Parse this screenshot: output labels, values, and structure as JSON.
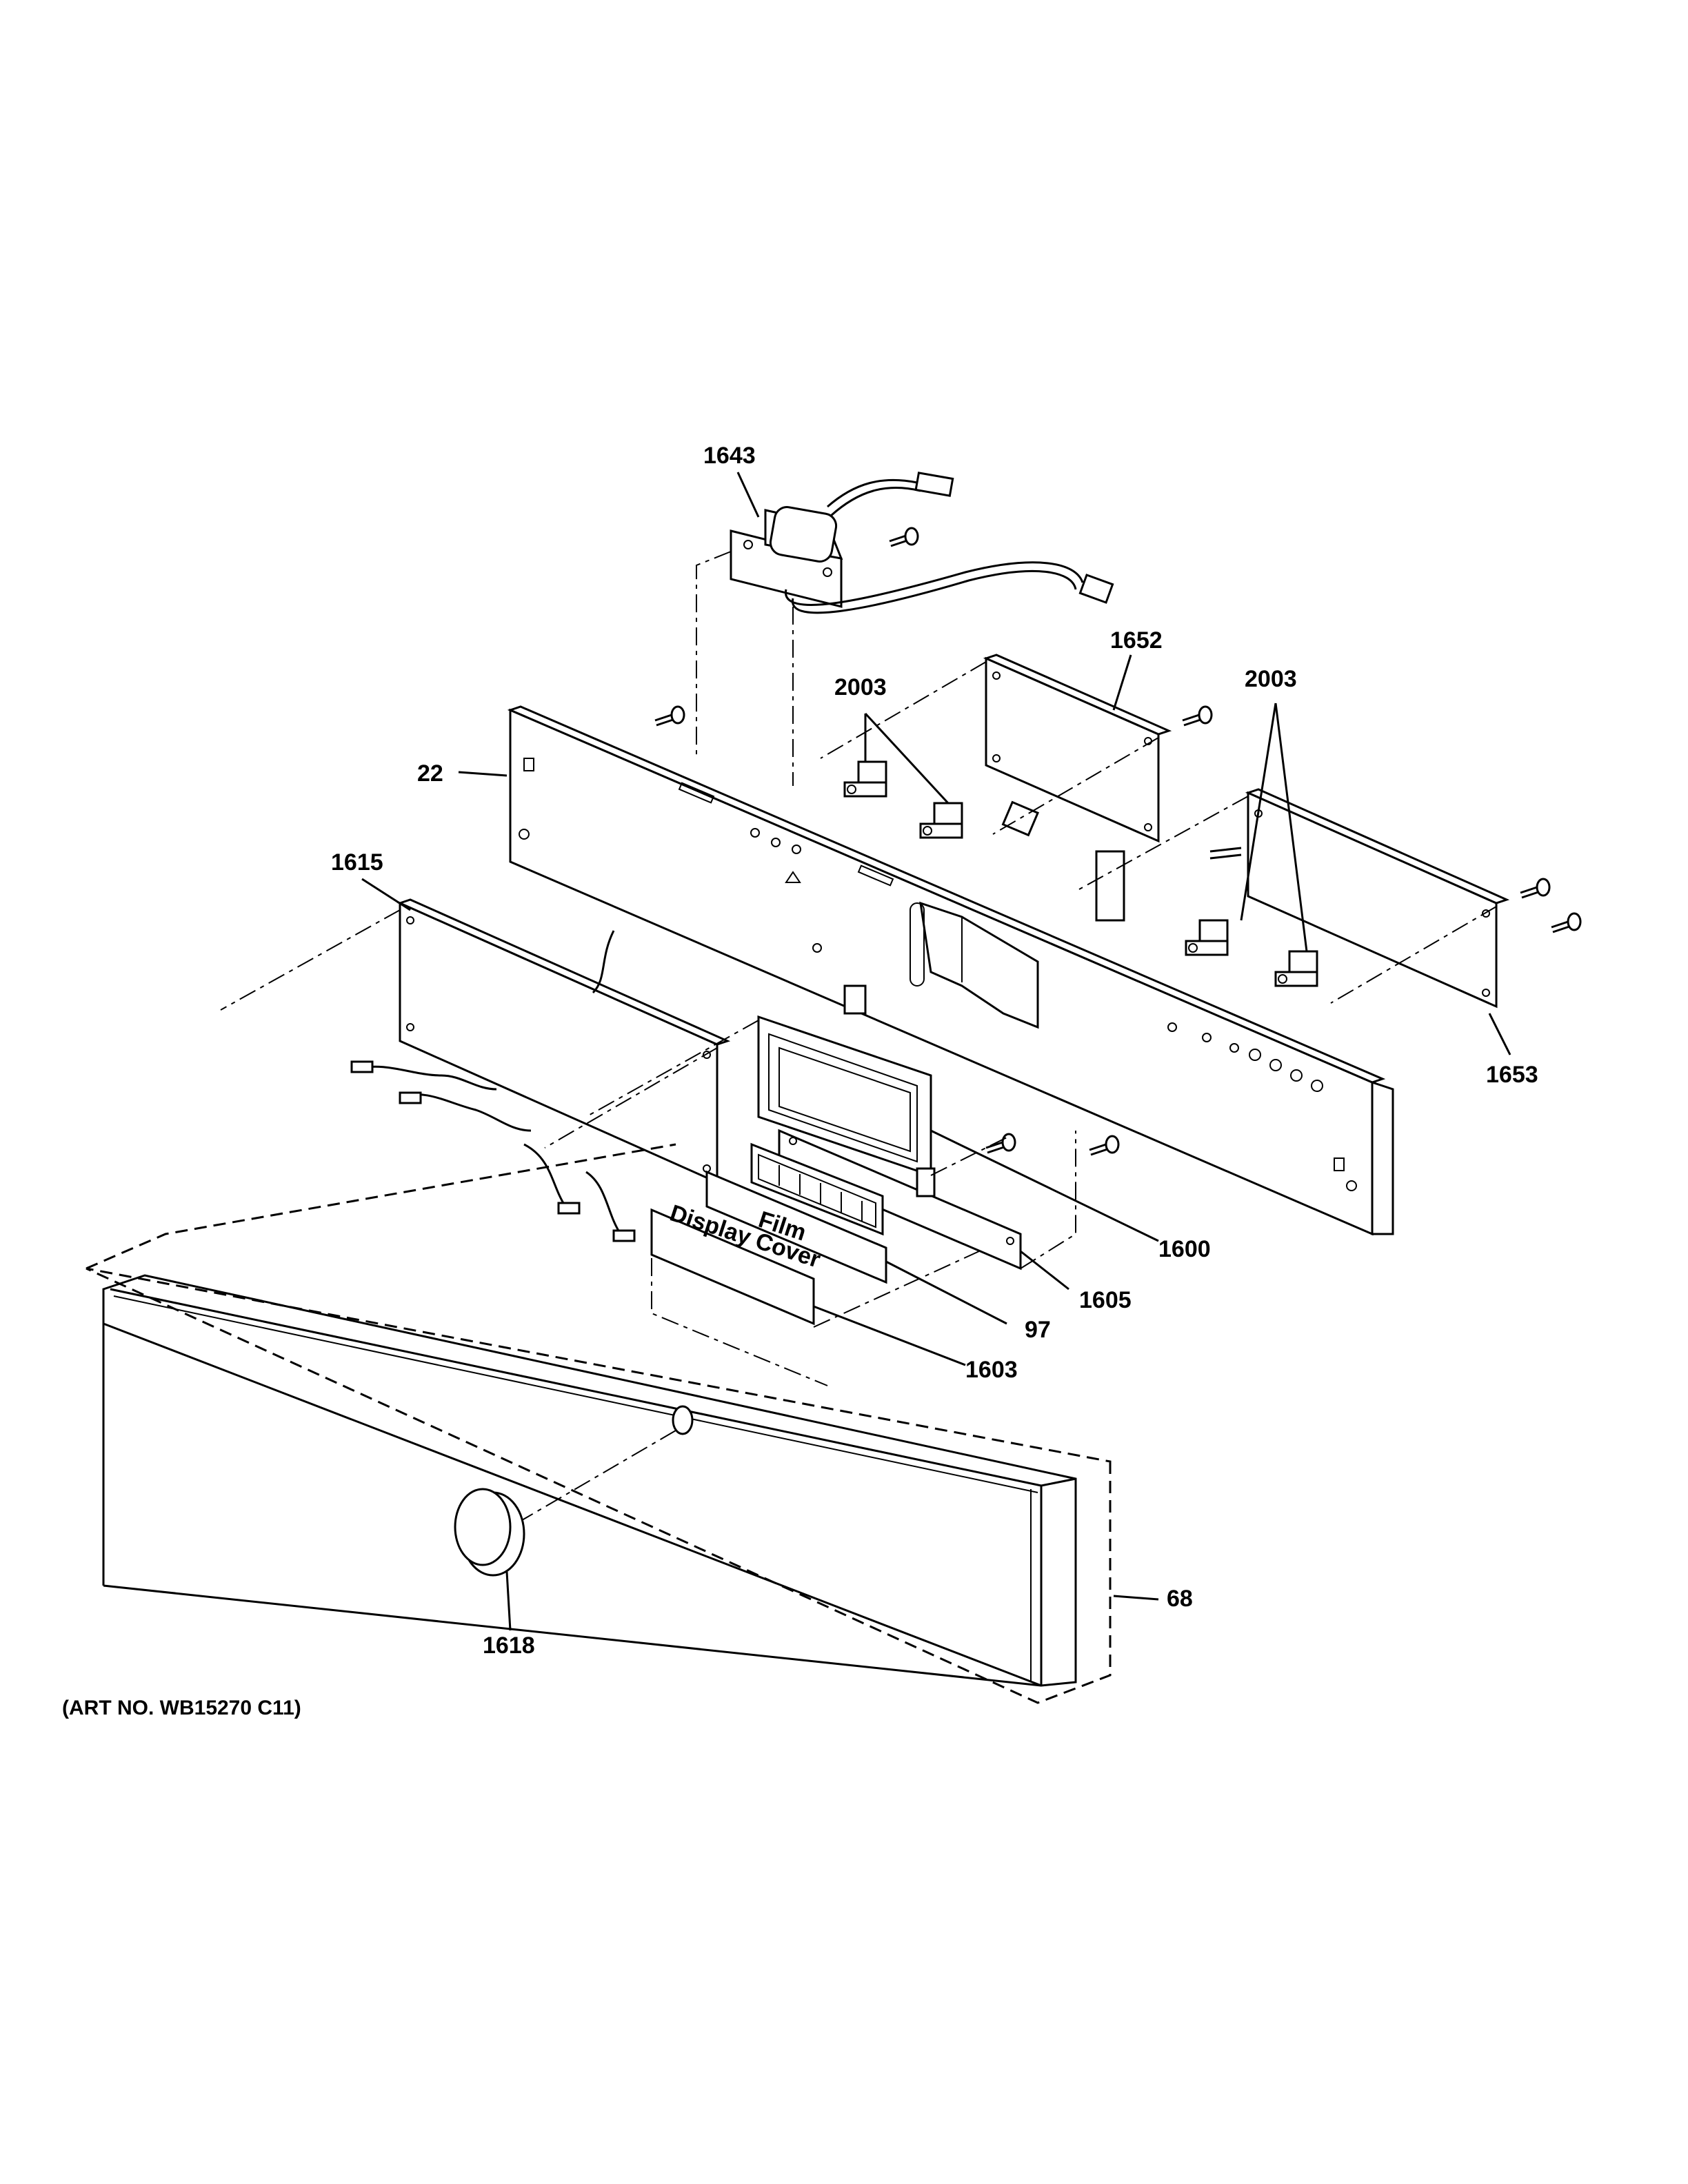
{
  "diagram": {
    "callouts": {
      "c1643": "1643",
      "c1652": "1652",
      "c2003_left": "2003",
      "c2003_right": "2003",
      "c22": "22",
      "c1615": "1615",
      "c1653": "1653",
      "c1600": "1600",
      "c1605": "1605",
      "c97": "97",
      "c1603": "1603",
      "c68": "68",
      "c1618": "1618"
    },
    "part_text": {
      "film": "Film",
      "display_cover": "Display Cover"
    },
    "art_number": "(ART NO. WB15270 C11)"
  }
}
